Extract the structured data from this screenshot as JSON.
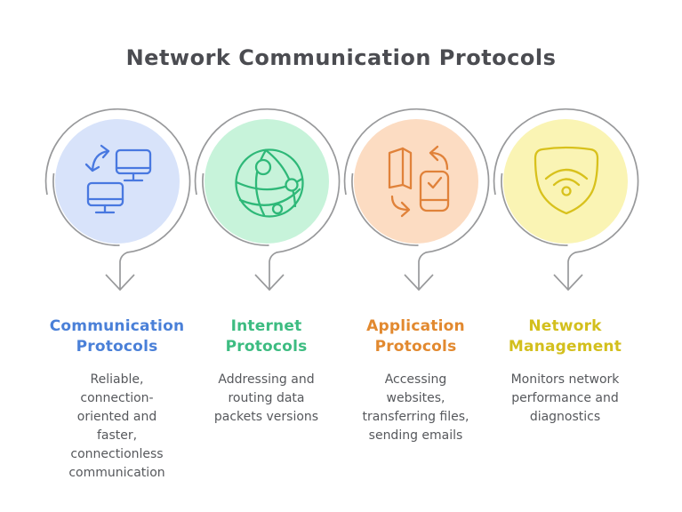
{
  "title": "Network Communication Protocols",
  "colors": {
    "background": "#ffffff",
    "title_text": "#4b4c51",
    "body_text": "#56585c",
    "spiral": "#98999b"
  },
  "items": [
    {
      "heading": "Communication\nProtocols",
      "description": "Reliable,\nconnection-\noriented and\nfaster,\nconnectionless\ncommunication",
      "icon": "monitors-sync-icon",
      "accent": "#4a80d8",
      "icon_color": "#4878e0",
      "circle_fill": "#d8e3fa"
    },
    {
      "heading": "Internet\nProtocols",
      "description": "Addressing and\nrouting data\npackets versions",
      "icon": "network-globe-icon",
      "accent": "#3dbc81",
      "icon_color": "#2eb878",
      "circle_fill": "#c7f3da"
    },
    {
      "heading": "Application\nProtocols",
      "description": "Accessing\nwebsites,\ntransferring files,\nsending emails",
      "icon": "door-phone-sync-icon",
      "accent": "#e2892f",
      "icon_color": "#e0823a",
      "circle_fill": "#fcdcc2"
    },
    {
      "heading": "Network\nManagement",
      "description": "Monitors network\nperformance and\ndiagnostics",
      "icon": "shield-wifi-icon",
      "accent": "#d3bf1d",
      "icon_color": "#d8c11c",
      "circle_fill": "#faf4b4"
    }
  ]
}
